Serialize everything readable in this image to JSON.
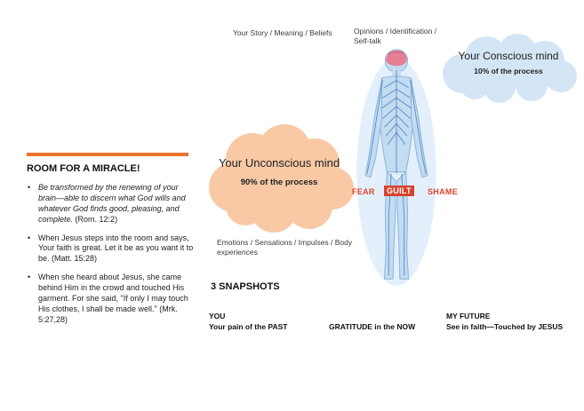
{
  "left_panel": {
    "heading": "ROOM FOR A MIRACLE!",
    "bullets": [
      {
        "text": "Be transformed by the renewing of your brain—able to discern what God wills and whatever God finds good, pleasing, and complete.",
        "ref": "(Rom. 12:2)"
      },
      {
        "text": "When Jesus steps into the room and says, Your faith is great. Let it be as you want it to be.",
        "ref": "(Matt. 15:28)"
      },
      {
        "text": "When she heard about Jesus, she came behind Him in the crowd and touched His garment. For she said, \"If only I may touch His clothes, I shall be made well.\"",
        "ref": "(Mrk. 5:27,28)"
      }
    ]
  },
  "diagram": {
    "story_label": "Your Story / Meaning / Beliefs",
    "opinions_label": "Opinions / Identification / Self-talk",
    "emotions_label": "Emotions / Sensations / Impulses / Body experiences",
    "unconscious_cloud": {
      "title": "Your Unconscious mind",
      "subtitle": "90% of the process",
      "color": "#f8c9a4"
    },
    "conscious_cloud": {
      "title": "Your Conscious mind",
      "subtitle": "10% of the process",
      "color": "#d4e5f6"
    },
    "body_labels": {
      "fear": "FEAR",
      "guilt": "GUILT",
      "shame": "SHAME"
    },
    "label_color": "#e0452a",
    "divider_color": "#e9732f"
  },
  "snapshots": {
    "heading": "3 SNAPSHOTS",
    "items": [
      {
        "title": "YOU",
        "subtitle": "Your pain of the PAST"
      },
      {
        "title": "",
        "subtitle": "GRATITUDE in the NOW"
      },
      {
        "title": "MY FUTURE",
        "subtitle": "See in faith—Touched by JESUS"
      }
    ]
  }
}
